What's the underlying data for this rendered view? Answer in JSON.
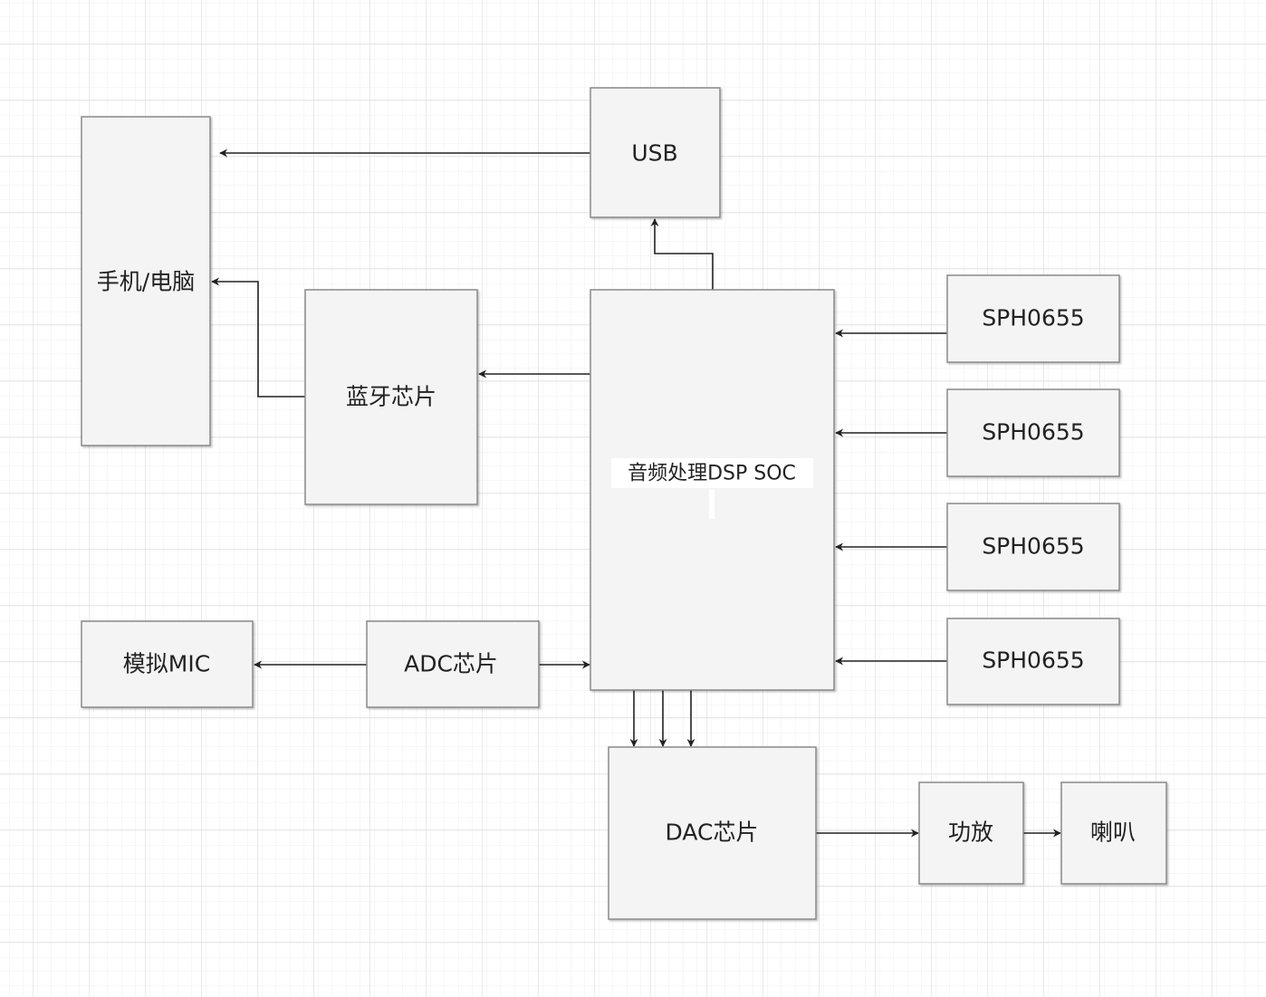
{
  "diagram": {
    "nodes": {
      "phone_pc": "手机/电脑",
      "usb": "USB",
      "bluetooth": "蓝牙芯片",
      "dsp": "音频处理DSP SOC",
      "sph1": "SPH0655",
      "sph2": "SPH0655",
      "sph3": "SPH0655",
      "sph4": "SPH0655",
      "analog_mic": "模拟MIC",
      "adc": "ADC芯片",
      "dac": "DAC芯片",
      "amplifier": "功放",
      "speaker": "喇叭"
    },
    "edges": [
      {
        "from": "usb",
        "to": "phone_pc"
      },
      {
        "from": "dsp",
        "to": "usb"
      },
      {
        "from": "bluetooth",
        "to": "phone_pc"
      },
      {
        "from": "dsp",
        "to": "bluetooth"
      },
      {
        "from": "sph1",
        "to": "dsp"
      },
      {
        "from": "sph2",
        "to": "dsp"
      },
      {
        "from": "sph3",
        "to": "dsp"
      },
      {
        "from": "sph4",
        "to": "dsp"
      },
      {
        "from": "adc",
        "to": "analog_mic"
      },
      {
        "from": "adc",
        "to": "dsp"
      },
      {
        "from": "dsp",
        "to": "dac"
      },
      {
        "from": "dsp",
        "to": "dac"
      },
      {
        "from": "dsp",
        "to": "dac"
      },
      {
        "from": "dac",
        "to": "amplifier"
      },
      {
        "from": "amplifier",
        "to": "speaker"
      }
    ],
    "colors": {
      "node_fill": "#f4f4f4",
      "node_border": "#8a8a8a",
      "edge": "#222222",
      "grid": "#e6e6e6"
    }
  }
}
